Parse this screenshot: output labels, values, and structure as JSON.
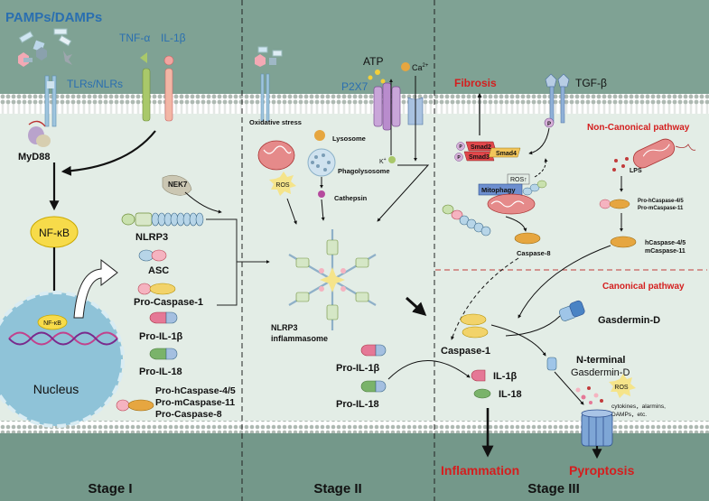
{
  "header": {
    "title": "PAMPs/DAMPs",
    "tnf": "TNF-α",
    "il1b": "IL-1β",
    "receptors": "TLRs/NLRs"
  },
  "stage1": {
    "myd88": "MyD88",
    "nfkb": "NF-κB",
    "nucleus_nfkb": "NF-κB",
    "nucleus": "Nucleus",
    "nek7": "NEK7",
    "nlrp3": "NLRP3",
    "asc": "ASC",
    "pro_casp1": "Pro-Caspase-1",
    "pro_il1b": "Pro-IL-1β",
    "pro_il18": "Pro-IL-18",
    "pro_casp_lines": [
      "Pro-hCaspase-4/5",
      "Pro-mCaspase-11",
      "Pro-Caspase-8"
    ],
    "label": "Stage I"
  },
  "stage2": {
    "atp": "ATP",
    "ca": "Ca",
    "ca_sup": "2+",
    "p2x7": "P2X7",
    "k": "K",
    "k_sup": "+",
    "oxidative": "Oxidative stress",
    "lysosome": "Lysosome",
    "phagolysosome": "Phagolysosome",
    "cathepsin": "Cathepsin",
    "ros": "ROS",
    "inflammasome_lines": [
      "NLRP3",
      "inflammasome"
    ],
    "pro_il1b": "Pro-IL-1β",
    "pro_il18": "Pro-IL-18",
    "label": "Stage II"
  },
  "stage3": {
    "fibrosis": "Fibrosis",
    "tgfb": "TGF-β",
    "p": "P",
    "smad2": "Smad2",
    "smad3": "Smad3",
    "smad4": "Smad4",
    "ros_up": "ROS↑",
    "mitophagy": "Mitophagy",
    "caspase8": "Caspase-8",
    "noncanonical": "Non-Canonical pathway",
    "lps": "LPS",
    "pro_h45": "Pro-hCaspase-4/5",
    "pro_m11": "Pro-mCaspase-11",
    "h45": "hCaspase-4/5",
    "m11": "mCaspase-11",
    "canonical": "Canonical pathway",
    "gasdermin": "Gasdermin-D",
    "nterminal": "N-terminal",
    "nterminal_sub": "Gasdermin-D",
    "caspase1": "Caspase-1",
    "il1b": "IL-1β",
    "il18": "IL-18",
    "ros": "ROS",
    "cytokines_lines": [
      "cytokines，alarmins,",
      "DAMPs，etc."
    ],
    "inflammation": "Inflammation",
    "pyroptosis": "Pyroptosis",
    "label": "Stage III"
  },
  "colors": {
    "background": "#e3ede6",
    "bottom_band": "#74988a",
    "membrane": "#eaf1ec",
    "accent_red": "#d41e1e",
    "accent_blue": "#2a6fb0"
  }
}
